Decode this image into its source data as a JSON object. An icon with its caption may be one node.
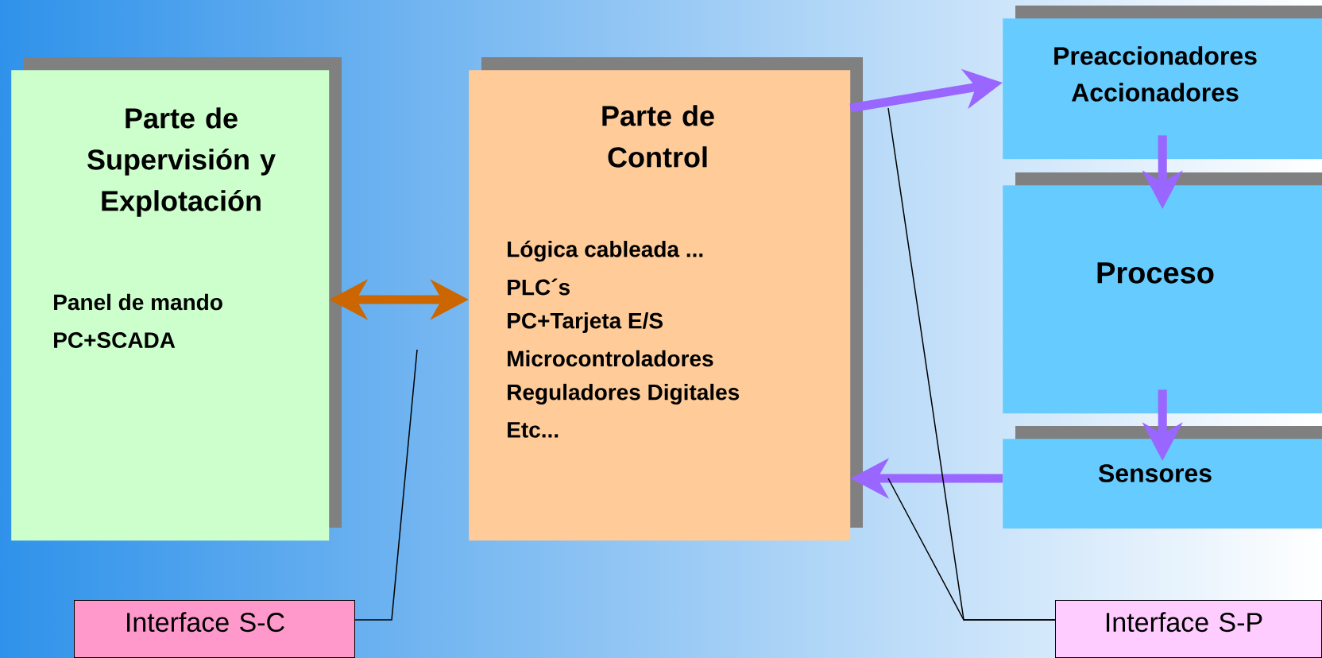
{
  "diagram": {
    "nodes": [
      {
        "text": [
          "Parte de Supervisión y Explotación",
          "Panel de mando",
          "PC+SCADA"
        ]
      },
      {
        "text": [
          "Parte de Control",
          "Lógica cableada ...",
          "PLC´s",
          "PC+Tarjeta E/S",
          "Microcontroladores",
          "Reguladores Digitales",
          "Etc..."
        ]
      },
      {
        "text": [
          "Preaccionadores Accionadores"
        ]
      },
      {
        "text": [
          "Proceso"
        ]
      },
      {
        "text": [
          "Sensores"
        ]
      },
      {
        "text": [
          "Interface S-C"
        ]
      },
      {
        "text": [
          "Interface S-P"
        ]
      }
    ],
    "edges": [
      {
        "from": 0,
        "to": 1,
        "arrow": "both",
        "color": "#cc6600"
      },
      {
        "from": 1,
        "to": 2,
        "arrow": "to"
      },
      {
        "from": 2,
        "to": 3,
        "arrow": "to"
      },
      {
        "from": 3,
        "to": 4,
        "arrow": "to"
      },
      {
        "from": 4,
        "to": 1,
        "arrow": "to"
      },
      {
        "from": 5,
        "to": null,
        "arrow": "none",
        "color": "#000000"
      },
      {
        "from": 6,
        "to": null,
        "arrow": "none",
        "color": "#000000"
      },
      {
        "from": 6,
        "to": null,
        "arrow": "none",
        "color": "#000000"
      }
    ]
  }
}
